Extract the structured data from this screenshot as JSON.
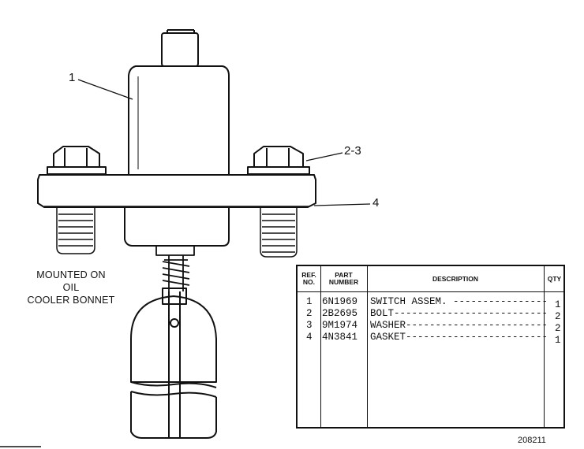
{
  "callouts": [
    {
      "id": "callout-1",
      "label": "1"
    },
    {
      "id": "callout-2-3",
      "label": "2-3"
    },
    {
      "id": "callout-4",
      "label": "4"
    }
  ],
  "mounting_note": [
    "MOUNTED ON",
    "OIL",
    "COOLER BONNET"
  ],
  "parts_table": {
    "headers": {
      "ref": [
        "REF.",
        "NO."
      ],
      "part": [
        "PART",
        "NUMBER"
      ],
      "description": "DESCRIPTION",
      "qty": "QTY"
    },
    "rows": [
      {
        "ref": "1",
        "part": "6N1969",
        "description": "SWITCH ASSEM. ----------------",
        "qty": "1"
      },
      {
        "ref": "2",
        "part": "2B2695",
        "description": "BOLT--------------------------",
        "qty": "2"
      },
      {
        "ref": "3",
        "part": "9M1974",
        "description": "WASHER------------------------",
        "qty": "2"
      },
      {
        "ref": "4",
        "part": "4N3841",
        "description": "GASKET------------------------",
        "qty": "1"
      }
    ]
  },
  "figure_number": "208211"
}
